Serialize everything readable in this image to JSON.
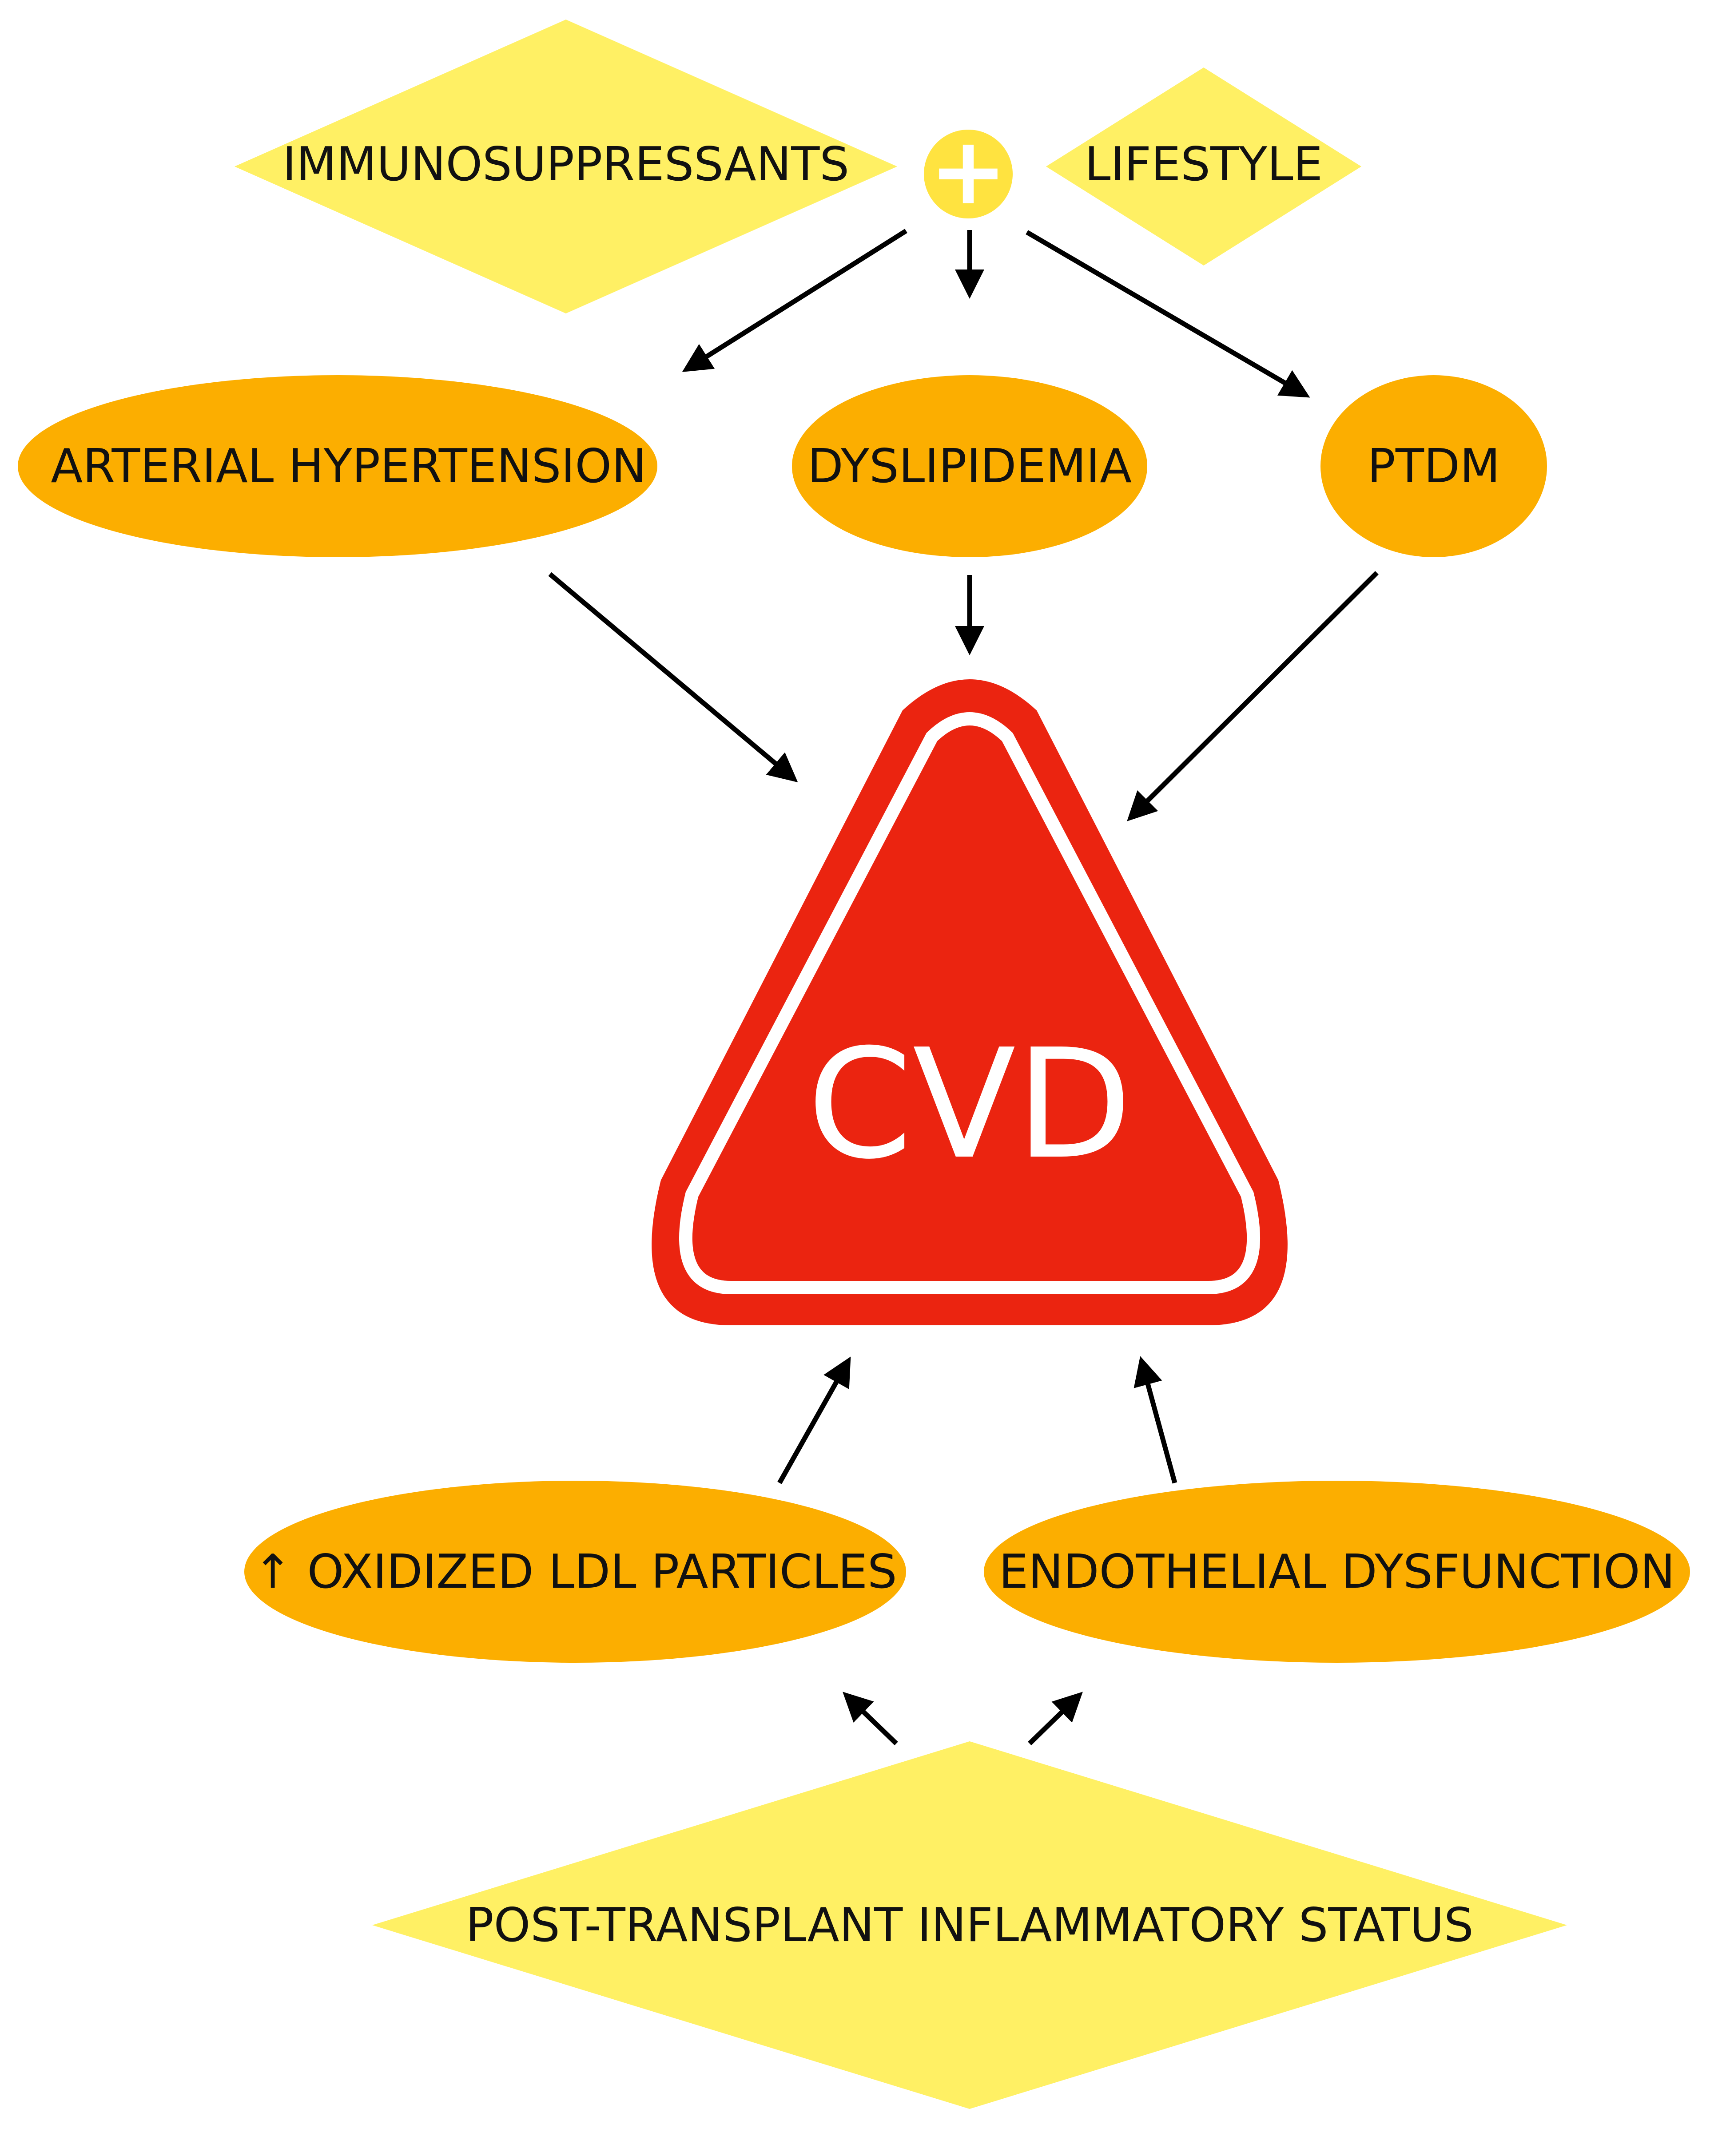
{
  "diagram": {
    "factors_top": {
      "immunosuppressants": "IMMUNOSUPPRESSANTS",
      "plus": "+",
      "lifestyle": "LIFESTYLE"
    },
    "risk_factors": {
      "hypertension": "ARTERIAL HYPERTENSION",
      "dyslipidemia": "DYSLIPIDEMIA",
      "ptdm": "PTDM"
    },
    "outcome": "CVD",
    "mediators": {
      "oxidized_ldl": "↑ OXIDIZED LDL PARTICLES",
      "endothelial": "ENDOTHELIAL DYSFUNCTION"
    },
    "inflammation": "POST-TRANSPLANT INFLAMMATORY STATUS",
    "colors": {
      "diamond": "#FFF064",
      "ellipse": "#FCAE00",
      "triangle": "#EB2410",
      "plus_circle": "#FFE340",
      "arrow": "#000000"
    }
  }
}
